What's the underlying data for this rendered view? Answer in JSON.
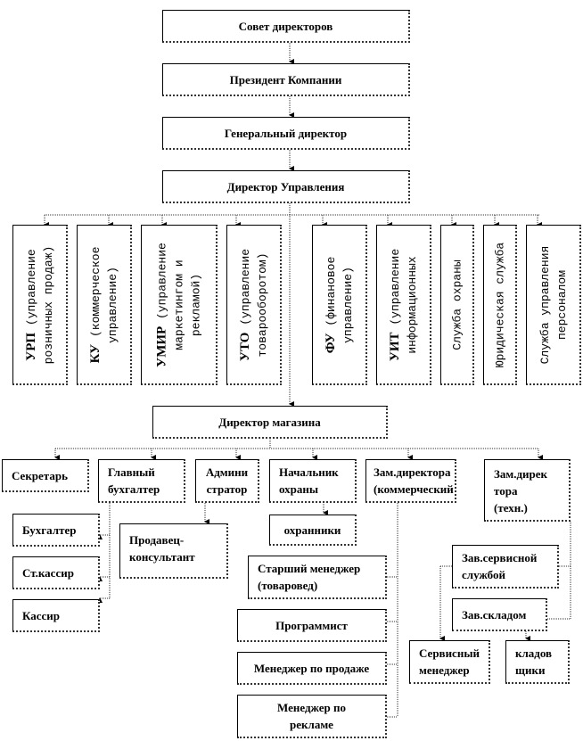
{
  "chain": [
    {
      "id": "board",
      "label": "Совет директоров"
    },
    {
      "id": "president",
      "label": "Президент Компании"
    },
    {
      "id": "gen-director",
      "label": "Генеральный директор"
    },
    {
      "id": "mgmt-director",
      "label": "Директор Управления"
    }
  ],
  "departments": [
    {
      "id": "urp",
      "abbr": "УРП",
      "lines": [
        "(управление",
        "розничных продаж)"
      ]
    },
    {
      "id": "ku",
      "abbr": "КУ",
      "lines": [
        "(коммерческое",
        "управление)"
      ]
    },
    {
      "id": "umir",
      "abbr": "УМИР",
      "lines": [
        "(управление",
        "маркетингом и",
        "рекламой)"
      ]
    },
    {
      "id": "uto",
      "abbr": "УТО",
      "lines": [
        "(управление",
        "товарооборотом)"
      ]
    },
    {
      "id": "fu",
      "abbr": "ФУ",
      "lines": [
        "(финановое",
        "управление)"
      ]
    },
    {
      "id": "uit",
      "abbr": "УИТ",
      "lines": [
        "(управление",
        "информационных"
      ]
    },
    {
      "id": "security-service",
      "abbr": "",
      "lines": [
        "Служба охраны"
      ]
    },
    {
      "id": "legal-service",
      "abbr": "",
      "lines": [
        "Юридическая служба"
      ]
    },
    {
      "id": "hr-service",
      "abbr": "",
      "lines": [
        "Служба управления",
        "персоналом"
      ]
    }
  ],
  "store_director": {
    "label": "Директор магазина"
  },
  "store_staff": {
    "secretary": "Секретарь",
    "chief_accountant": [
      "Главный",
      "бухгалтер"
    ],
    "administrator": [
      "Админи",
      "стратор"
    ],
    "security_head": [
      "Начальник",
      "охраны"
    ],
    "deputy_commercial": [
      "Зам.директора",
      "(коммерческий"
    ],
    "deputy_technical": [
      "Зам.дирек",
      "тора",
      "(техн.)"
    ],
    "accountant": "Бухгалтер",
    "senior_cashier": "Ст.кассир",
    "cashier": "Кассир",
    "sales_consultant": [
      "Продавец-",
      "консультант"
    ],
    "guards": "охранники",
    "senior_manager": [
      "Старший менеджер",
      "(товаровед)"
    ],
    "programmer": "Программист",
    "sales_manager": "Менеджер по продаже",
    "ad_manager": [
      "Менеджер по",
      "рекламе"
    ],
    "service_head": [
      "Зав.сервисной",
      "службой"
    ],
    "warehouse_head": "Зав.складом",
    "service_manager": [
      "Сервисный",
      "менеджер"
    ],
    "storekeepers": [
      "кладов",
      "щики"
    ]
  }
}
